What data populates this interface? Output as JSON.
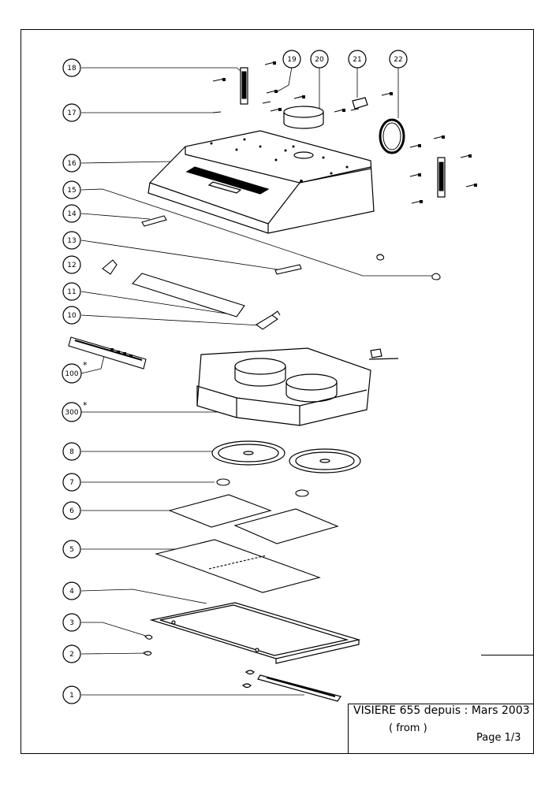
{
  "title_block": {
    "model": "VISIERE 655",
    "since_label": "depuis :",
    "date": "Mars 2003",
    "from_label": "( from )",
    "page_label": "Page 1/3"
  },
  "callouts": [
    "18",
    "17",
    "16",
    "15",
    "14",
    "13",
    "12",
    "11",
    "10",
    "100",
    "300",
    "8",
    "7",
    "6",
    "5",
    "4",
    "3",
    "2",
    "1",
    "19",
    "20",
    "21",
    "22"
  ],
  "asterisk": "*"
}
